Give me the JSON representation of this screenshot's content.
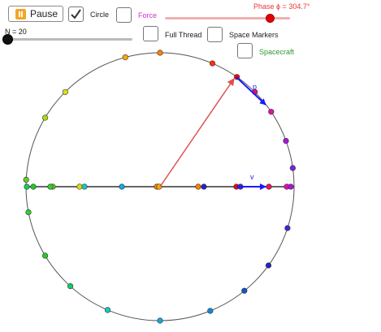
{
  "controls": {
    "pause_label": "Pause",
    "circle": {
      "label": "Circle",
      "checked": true
    },
    "force": {
      "label": "Force",
      "checked": false,
      "color": "#cc33cc"
    },
    "full_thread": {
      "label": "Full Thread",
      "checked": false
    },
    "space_markers": {
      "label": "Space Markers",
      "checked": false
    },
    "spacecraft": {
      "label": "Spacecraft",
      "checked": false,
      "color": "#2e9a2e"
    },
    "phase_slider": {
      "label": "Phase ϕ = 304.7°",
      "color": "#e53935",
      "value_deg": 304.7,
      "fraction": 0.8464
    },
    "n_slider": {
      "label": "N = 20",
      "value": 20,
      "fraction": 0
    }
  },
  "scene": {
    "vectors": {
      "p_label": "p",
      "v_label": "v",
      "p_color": "#1a1aff",
      "v_color": "#1a1aff",
      "radius_color": "#e05050"
    },
    "circle_dot_colors": [
      "#ff7f00",
      "#ff3300",
      "#ff0000",
      "#ee1155",
      "#dd11aa",
      "#b011dd",
      "#7a22dd",
      "#4422dd",
      "#2222cc",
      "#1155cc",
      "#1188dd",
      "#11aadd",
      "#11ccbb",
      "#11cc66",
      "#22cc22",
      "#33cc33",
      "#66cc22",
      "#aadd11",
      "#dddd11",
      "#ffaa00"
    ],
    "line_dot_colors": [
      "#ff0000",
      "#ee1155",
      "#dd11aa",
      "#b011dd",
      "#ff7f00",
      "#4422dd",
      "#ff7f00",
      "#2222cc",
      "#ffaa00",
      "#11aadd",
      "#dddd11",
      "#11ccbb",
      "#66cc22",
      "#33cc33",
      "#22cc22",
      "#11cc66"
    ]
  }
}
